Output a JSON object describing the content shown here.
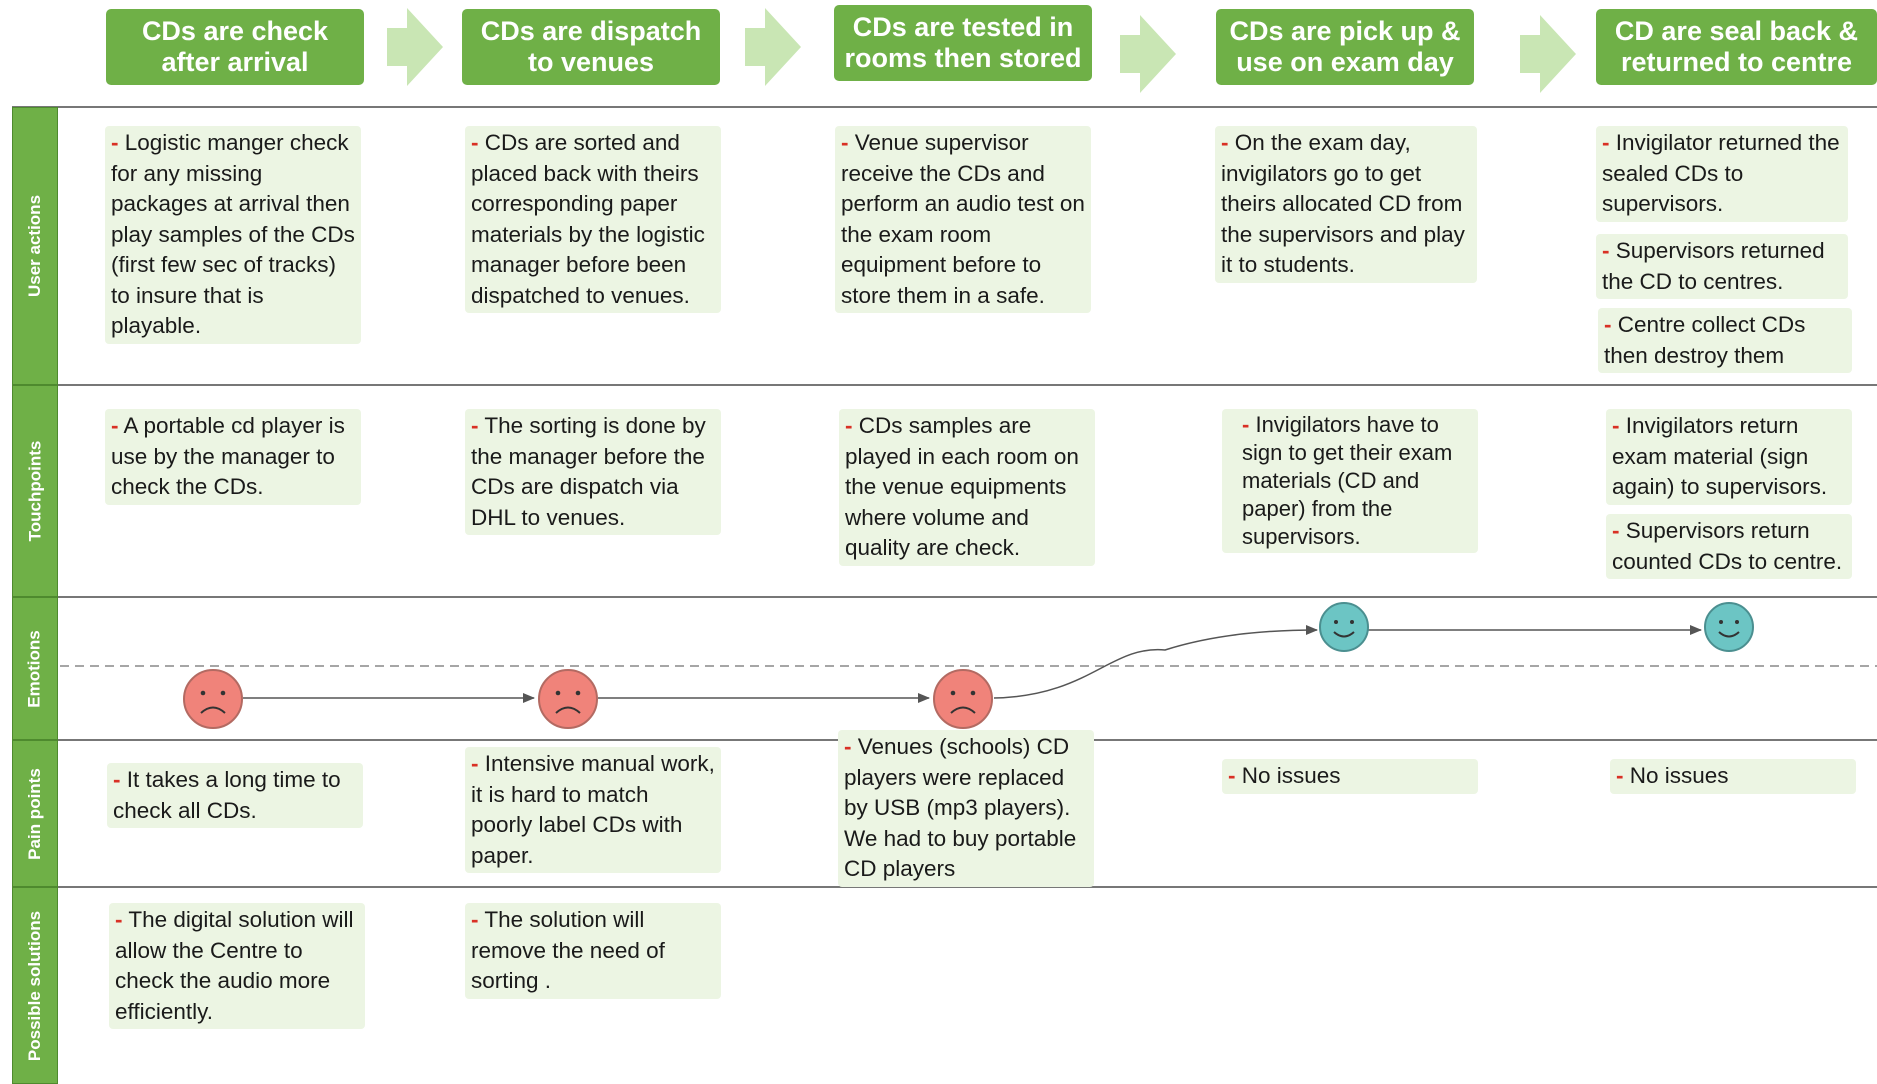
{
  "colors": {
    "stage_green": "#6fb047",
    "arrow_green": "#c9e6b4",
    "card_bg": "#ecf5e3",
    "bullet_red": "#d93025",
    "sad_face": "#f0837a",
    "happy_face": "#6cc5c4"
  },
  "stages": [
    "CDs are check after arrival",
    "CDs are dispatch to venues",
    "CDs are tested in rooms then stored",
    "CDs are pick up & use on exam day",
    "CD are seal back & returned to centre"
  ],
  "lanes": [
    "User actions",
    "Touchpoints",
    "Emotions",
    "Pain points",
    "Possible solutions"
  ],
  "bullet": "-",
  "cards": {
    "user_actions": [
      "Logistic manger check for any missing packages at arrival then play samples of the CDs (first few sec of tracks) to insure that is playable.",
      "CDs are sorted and placed back with theirs corresponding paper materials by the logistic manager before been dispatched to venues.",
      "Venue supervisor receive the CDs and perform an audio test on the exam room equipment before to store them in a safe.",
      "On the exam day, invigilators go to get theirs allocated CD from the supervisors and play it to students.",
      "Invigilator returned the sealed CDs to supervisors.",
      "Supervisors returned the CD to centres.",
      "Centre collect CDs then destroy them"
    ],
    "touchpoints": [
      "A portable cd player is use by the manager to check the CDs.",
      "The sorting is done by the manager before the CDs are dispatch via DHL to venues.",
      "CDs samples are played in each room on the venue equipments where volume and quality are check.",
      "Invigilators have to sign to get their exam materials (CD and paper) from the supervisors.",
      "Invigilators return exam material (sign again) to supervisors.",
      "Supervisors return counted CDs to centre."
    ],
    "pain_points": [
      "It takes a long time to check all CDs.",
      "Intensive manual work, it is hard to match poorly label CDs with paper.",
      "Venues (schools) CD players were replaced by USB (mp3 players). We had to buy portable CD players",
      "No issues",
      "No issues"
    ],
    "possible_solutions": [
      "The digital solution will allow the Centre to check the audio more efficiently.",
      "The solution will remove the need of sorting ."
    ]
  },
  "emotions": [
    "sad",
    "sad",
    "sad",
    "happy",
    "happy"
  ]
}
